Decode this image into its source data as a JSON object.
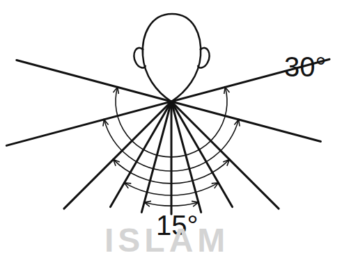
{
  "diagram": {
    "labels": [
      "30°",
      "15°",
      "ISLAM"
    ]
  }
}
